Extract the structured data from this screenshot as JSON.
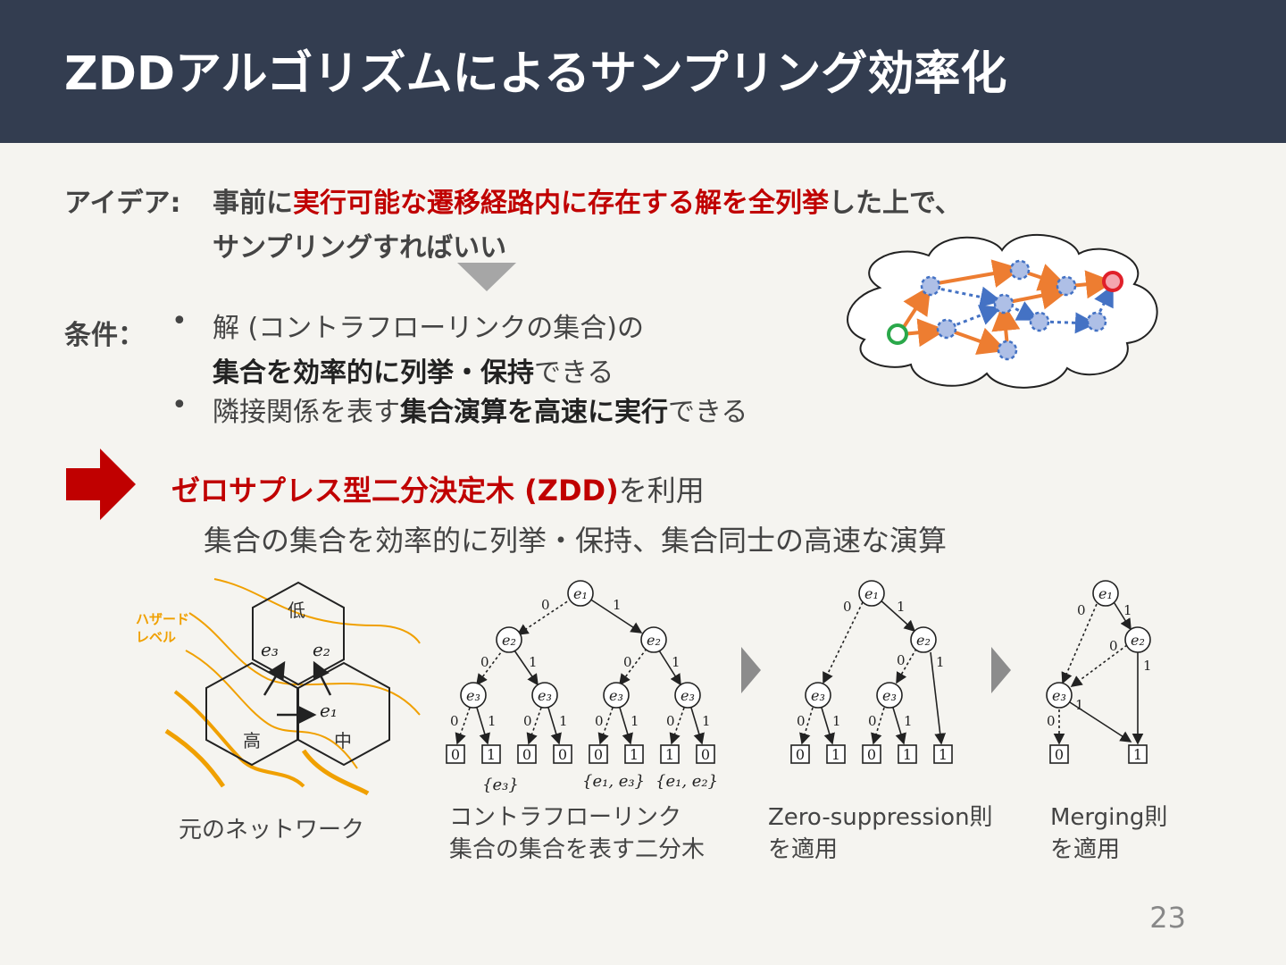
{
  "slide": {
    "title": "ZDDアルゴリズムによるサンプリング効率化",
    "page_number": "23"
  },
  "idea": {
    "label": "アイデア:",
    "line1_a": "事前に",
    "line1_b": "実行可能な遷移経路内に存在する解を全列挙",
    "line1_c": "した上で、",
    "line2": "サンプリングすればいい"
  },
  "conditions": {
    "label": "条件：",
    "bullet1_a": "解 (コントラフローリンクの集合)の",
    "bullet1_b": "集合を効率的に列挙・保持",
    "bullet1_c": "できる",
    "bullet2_a": "隣接関係を表す",
    "bullet2_b": "集合演算を高速に実行",
    "bullet2_c": "できる"
  },
  "result": {
    "title_a": "ゼロサプレス型二分決定木 (ZDD)",
    "title_b": "を利用",
    "subtitle": "集合の集合を効率的に列挙・保持、集合同士の高速な演算"
  },
  "network": {
    "hazard_label_1": "ハザード",
    "hazard_label_2": "レベル",
    "low": "低",
    "high": "高",
    "mid": "中",
    "caption": "元のネットワーク",
    "edge_e1": "e₁",
    "edge_e2": "e₂",
    "edge_e3": "e₃"
  },
  "tree1": {
    "caption_1": "コントラフローリンク",
    "caption_2": "集合の集合を表す二分木",
    "set_a": "{e₃}",
    "set_b": "{e₁, e₃}",
    "set_c": "{e₁, e₂}",
    "leaves": [
      "0",
      "1",
      "0",
      "0",
      "0",
      "1",
      "1",
      "0"
    ]
  },
  "tree2": {
    "caption_1": "Zero-suppression則",
    "caption_2": "を適用",
    "leaves": [
      "0",
      "1",
      "0",
      "1",
      "1"
    ]
  },
  "tree3": {
    "caption_1": "Merging則",
    "caption_2": "を適用",
    "leaves": [
      "0",
      "1"
    ]
  },
  "colors": {
    "header_bg": "#333d50",
    "accent_red": "#c00000",
    "arrow_orange": "#ed7d31",
    "node_blue": "#4472c4",
    "start_green": "#2aa84a",
    "goal_red": "#e0202a",
    "hazard_orange": "#f0a000"
  }
}
